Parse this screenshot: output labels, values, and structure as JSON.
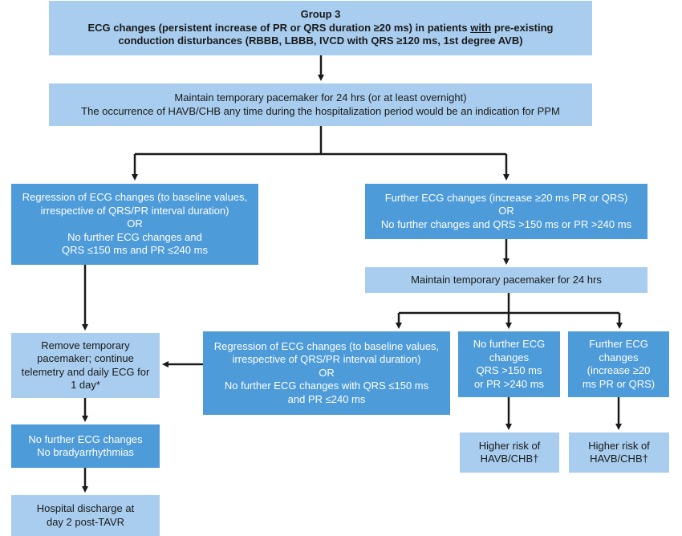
{
  "boxes": {
    "group3": {
      "line1": "Group 3",
      "line2": "ECG changes (persistent increase of PR or QRS duration ≥20 ms) in patients ",
      "line2_underlined": "with",
      "line2_end": " pre-existing",
      "line3": "conduction disturbances (RBBB, LBBB, IVCD with QRS ≥120 ms, 1st degree AVB)"
    },
    "maintain_overnight": {
      "line1": "Maintain temporary pacemaker for 24 hrs (or at least overnight)",
      "line2": "The occurrence of HAVB/CHB any time during the hospitalization period would be an indication for PPM"
    },
    "regression_left": {
      "line1": "Regression of ECG changes (to baseline values,",
      "line2": "irrespective of QRS/PR interval duration)",
      "line3": "OR",
      "line4": "No further ECG changes and",
      "line5": "QRS ≤150 ms and PR ≤240 ms"
    },
    "further_changes": {
      "line1": "Further ECG changes (increase ≥20 ms PR or QRS)",
      "line2": "OR",
      "line3": "No further changes and QRS >150 ms or PR >240 ms"
    },
    "maintain_24": {
      "line1": "Maintain temporary pacemaker for 24 hrs"
    },
    "remove_pacemaker": {
      "line1": "Remove temporary",
      "line2": "pacemaker; continue",
      "line3": "telemetry and daily ECG for",
      "line4": "1 day*"
    },
    "regression_mid": {
      "line1": "Regression of ECG changes (to baseline values,",
      "line2": "irrespective of QRS/PR interval duration)",
      "line3": "OR",
      "line4": "No further ECG changes with QRS ≤150 ms",
      "line5": "and PR ≤240 ms"
    },
    "no_further_qrs": {
      "line1": "No further ECG",
      "line2": "changes",
      "line3": "QRS >150 ms",
      "line4": "or PR >240 ms"
    },
    "further_increase": {
      "line1": "Further ECG",
      "line2": "changes",
      "line3": "(increase ≥20",
      "line4": "ms PR or QRS)"
    },
    "no_brady": {
      "line1": "No further ECG changes",
      "line2": "No bradyarrhythmias"
    },
    "higher_risk_1": {
      "line1": "Higher risk of",
      "line2": "HAVB/CHB†"
    },
    "higher_risk_2": {
      "line1": "Higher risk of",
      "line2": "HAVB/CHB†"
    },
    "discharge": {
      "line1": "Hospital discharge at",
      "line2": "day 2 post-TAVR"
    }
  },
  "colors": {
    "light_box": "#a8cdee",
    "dark_box": "#4d9bd9",
    "arrow": "#1a1a1a"
  }
}
